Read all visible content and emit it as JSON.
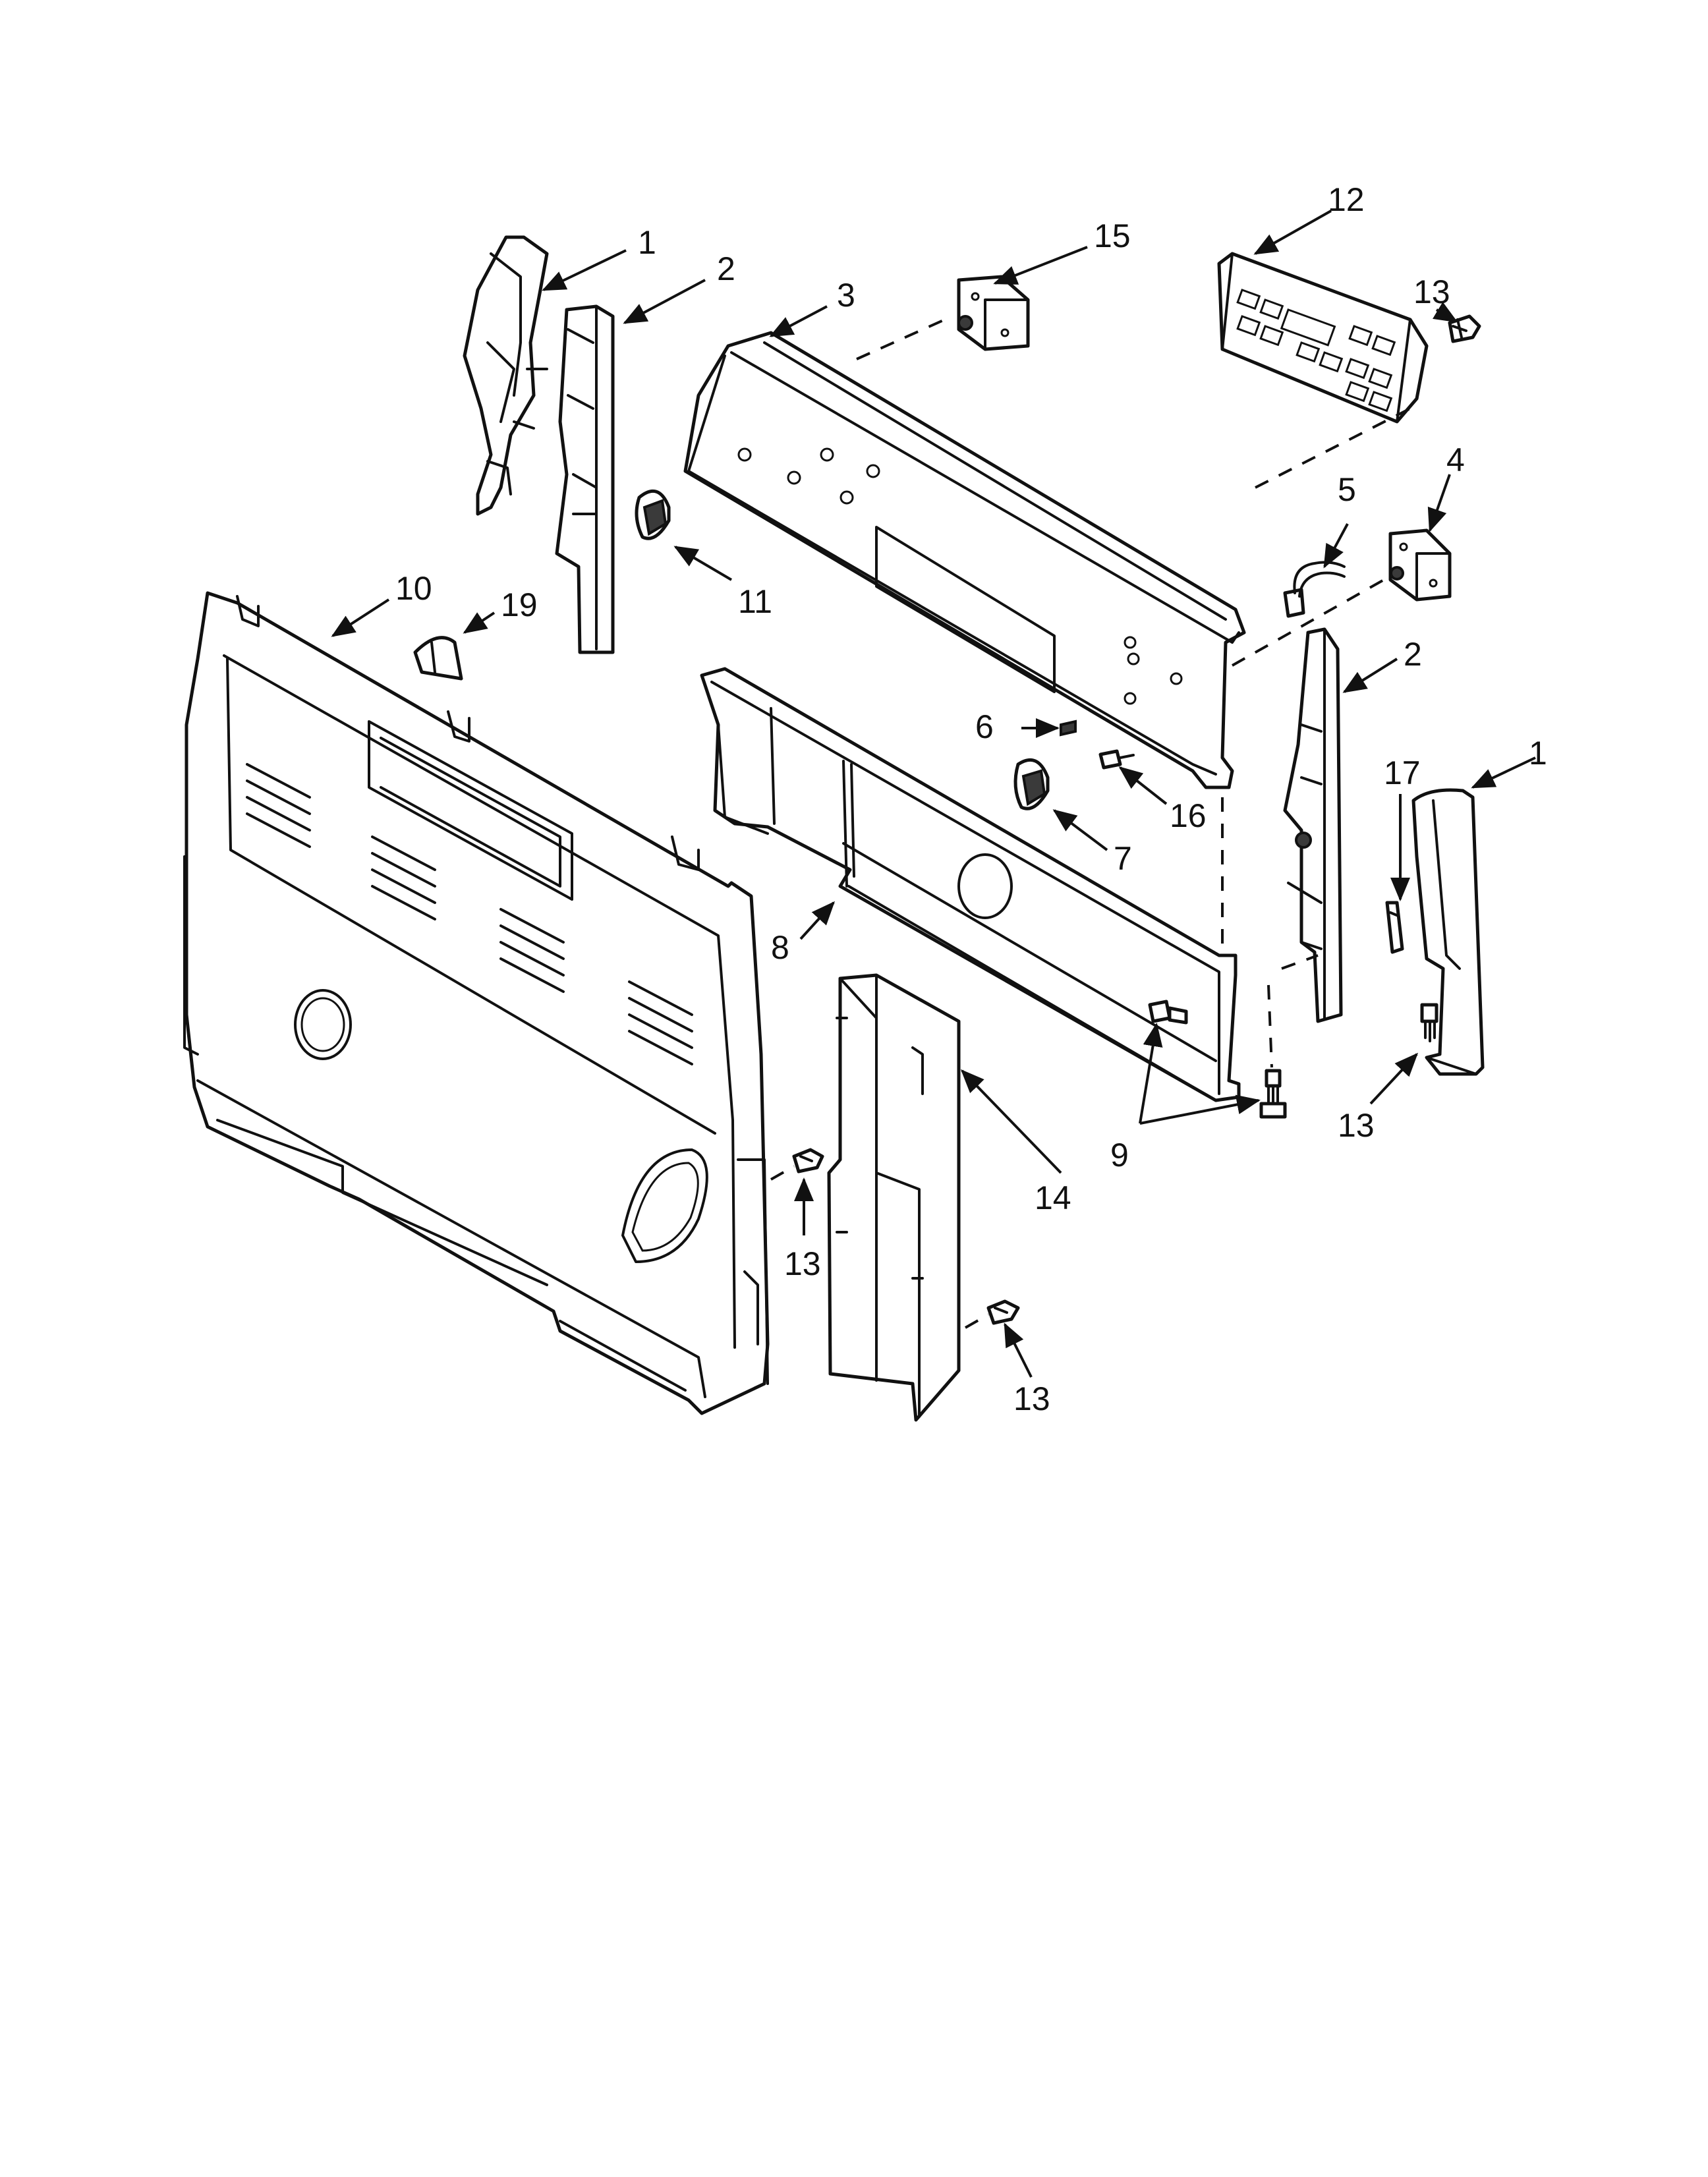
{
  "diagram": {
    "callouts": [
      {
        "id": "c1a",
        "label": "1"
      },
      {
        "id": "c2a",
        "label": "2"
      },
      {
        "id": "c3",
        "label": "3"
      },
      {
        "id": "c15",
        "label": "15"
      },
      {
        "id": "c12",
        "label": "12"
      },
      {
        "id": "c13a",
        "label": "13"
      },
      {
        "id": "c4",
        "label": "4"
      },
      {
        "id": "c5",
        "label": "5"
      },
      {
        "id": "c11",
        "label": "11"
      },
      {
        "id": "c10",
        "label": "10"
      },
      {
        "id": "c19",
        "label": "19"
      },
      {
        "id": "c2b",
        "label": "2"
      },
      {
        "id": "c6",
        "label": "6"
      },
      {
        "id": "c16",
        "label": "16"
      },
      {
        "id": "c17",
        "label": "17"
      },
      {
        "id": "c1b",
        "label": "1"
      },
      {
        "id": "c7",
        "label": "7"
      },
      {
        "id": "c8",
        "label": "8"
      },
      {
        "id": "c13b",
        "label": "13"
      },
      {
        "id": "c9",
        "label": "9"
      },
      {
        "id": "c14",
        "label": "14"
      },
      {
        "id": "c13c",
        "label": "13"
      },
      {
        "id": "c13d",
        "label": "13"
      }
    ]
  }
}
